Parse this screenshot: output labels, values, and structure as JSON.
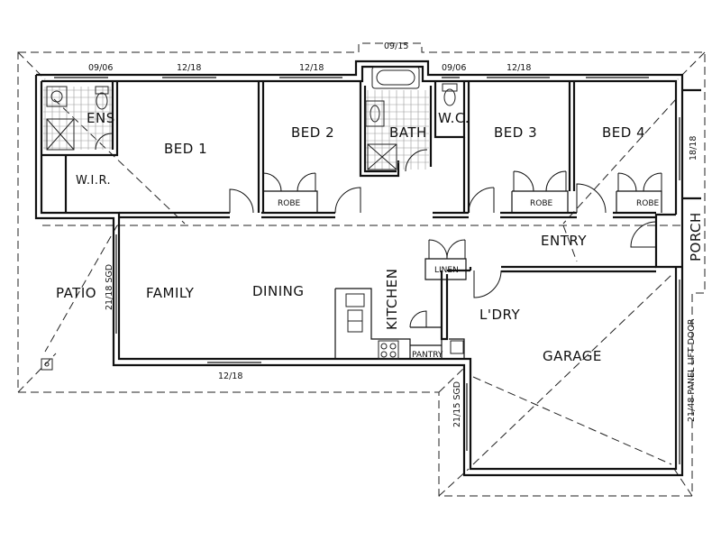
{
  "rooms": {
    "ens": "ENS",
    "wir": "W.I.R.",
    "bed1": "BED 1",
    "bed2": "BED 2",
    "bath": "BATH",
    "wc": "W.C.",
    "bed3": "BED 3",
    "bed4": "BED 4",
    "robe": "ROBE",
    "entry": "ENTRY",
    "porch": "PORCH",
    "linen": "LINEN",
    "patio": "PATIO",
    "family": "FAMILY",
    "dining": "DINING",
    "kitchen": "KITCHEN",
    "pantry": "PANTRY",
    "ldry": "L'DRY",
    "garage": "GARAGE"
  },
  "window_labels": {
    "top_bath": "09/15",
    "ens": "09/06",
    "bed1": "12/18",
    "bed2": "12/18",
    "wc": "09/06",
    "bed3": "12/18",
    "bed4_side": "18/18",
    "family_sgd": "21/18 SGD",
    "dining": "12/18",
    "garage_sgd": "21/15 SGD",
    "garage_door": "21/48 PANEL LIFT DOOR"
  }
}
